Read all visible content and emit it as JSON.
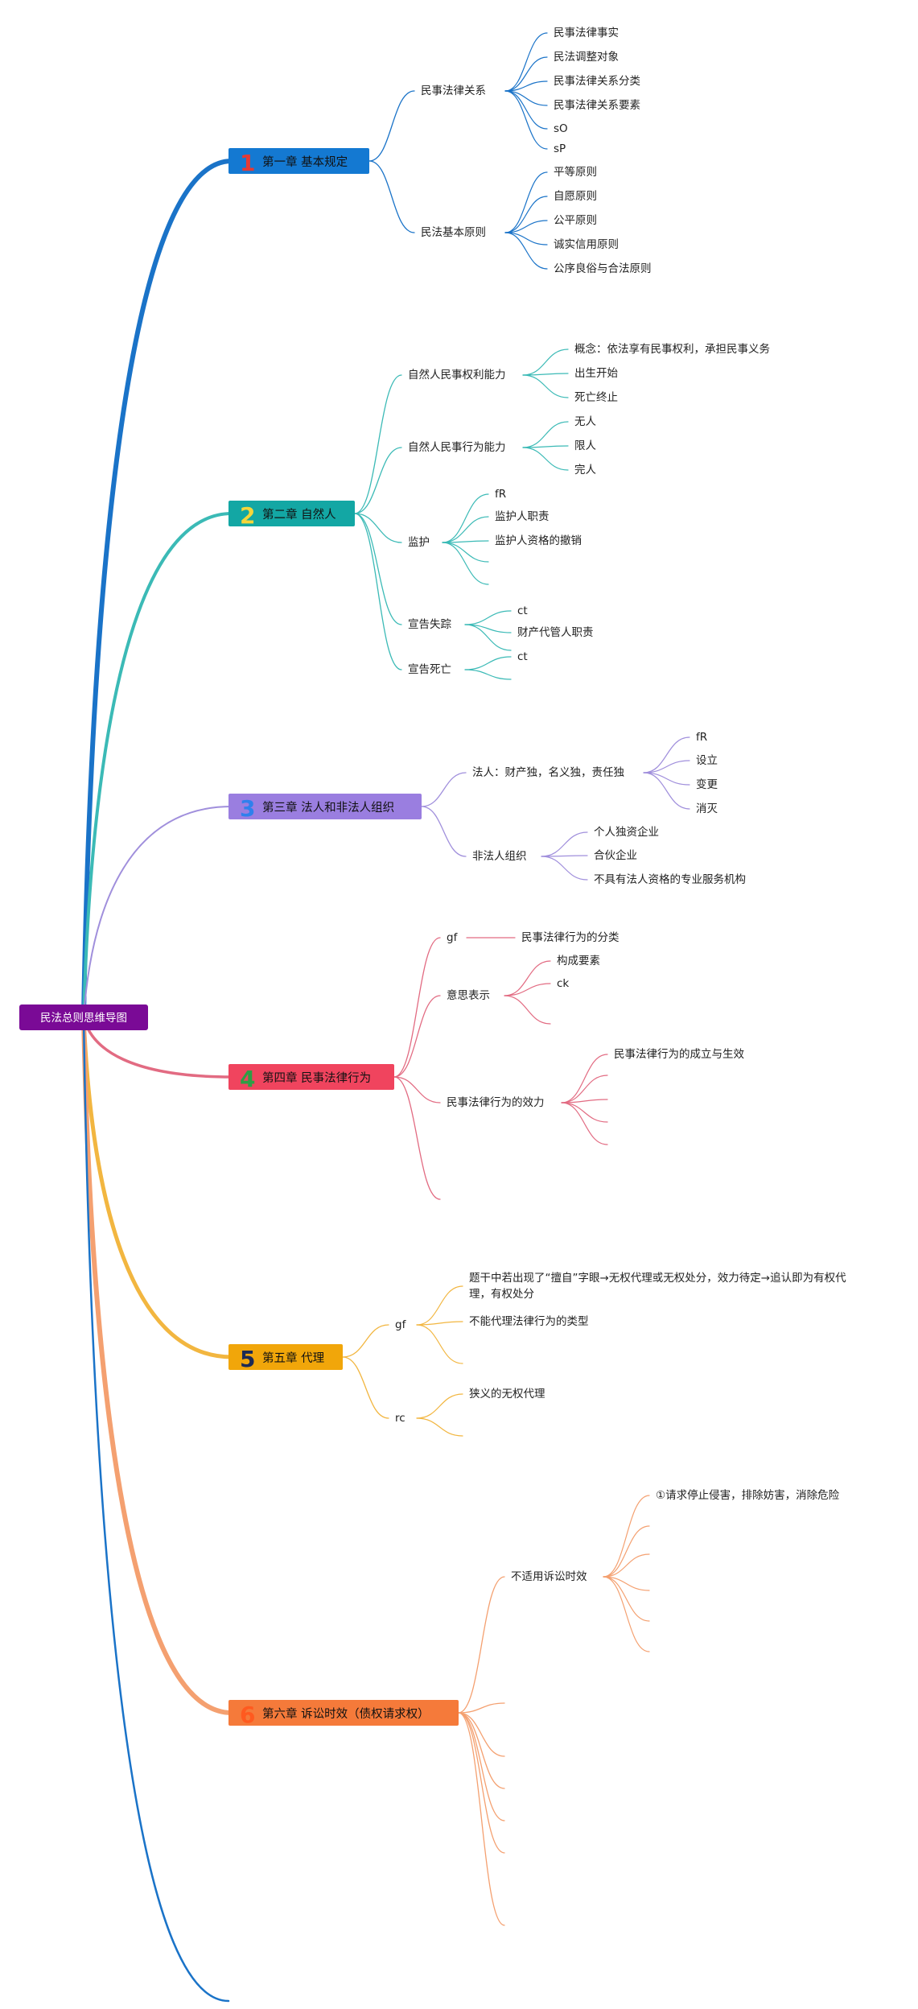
{
  "root": {
    "label": "民法总则思维导图",
    "color": "#7a0a96"
  },
  "chapters": [
    {
      "num": "1",
      "label": "第一章 基本规定",
      "color": "#1479d2",
      "numColor": "#e53935",
      "lineColor": "#1a73c8",
      "children": [
        {
          "label": "民事法律关系",
          "children": [
            "民事法律事实",
            "民法调整对象",
            "民事法律关系分类",
            "民事法律关系要素",
            "sO",
            "sP"
          ]
        },
        {
          "label": "民法基本原则",
          "children": [
            "平等原则",
            "自愿原则",
            "公平原则",
            "诚实信用原则",
            "公序良俗与合法原则"
          ]
        }
      ]
    },
    {
      "num": "2",
      "label": "第二章 自然人",
      "color": "#13a7a4",
      "numColor": "#f5d63a",
      "lineColor": "#3bbab6",
      "children": [
        {
          "label": "自然人民事权利能力",
          "children": [
            "概念：依法享有民事权利，承担民事义务",
            "出生开始",
            "死亡终止"
          ]
        },
        {
          "label": "自然人民事行为能力",
          "children": [
            "无人",
            "限人",
            "完人"
          ]
        },
        {
          "label": "监护",
          "children": [
            "fR",
            "监护人职责",
            "监护人资格的撤销",
            "",
            ""
          ]
        },
        {
          "label": "宣告失踪",
          "children": [
            "ct",
            "财产代管人职责",
            ""
          ]
        },
        {
          "label": "宣告死亡",
          "children": [
            "ct",
            ""
          ]
        }
      ]
    },
    {
      "num": "3",
      "label": "第三章 法人和非法人组织",
      "color": "#9a7ee0",
      "numColor": "#2f80ed",
      "lineColor": "#a08fdc",
      "children": [
        {
          "label": "法人：财产独，名义独，责任独",
          "children": [
            "fR",
            "设立",
            "变更",
            "消灭"
          ]
        },
        {
          "label": "非法人组织",
          "children": [
            "个人独资企业",
            "合伙企业",
            "不具有法人资格的专业服务机构"
          ]
        }
      ]
    },
    {
      "num": "4",
      "label": "第四章 民事法律行为",
      "color": "#f0445e",
      "numColor": "#2e9e45",
      "lineColor": "#e26b82",
      "children": [
        {
          "label": "gf",
          "children": [
            "民事法律行为的分类"
          ]
        },
        {
          "label": "意思表示",
          "children": [
            "构成要素",
            "ck",
            ""
          ]
        },
        {
          "label": "民事法律行为的效力",
          "children": [
            "民事法律行为的成立与生效",
            "",
            "",
            "",
            ""
          ]
        },
        {
          "label": "",
          "children": []
        }
      ]
    },
    {
      "num": "5",
      "label": "第五章 代理",
      "color": "#f1a60a",
      "numColor": "#1c2a55",
      "lineColor": "#f2b640",
      "children": [
        {
          "label": "gf",
          "children": [
            "题干中若出现了“擅自”字眼→无权代理或无权处分，效力待定→追认即为有权代理，有权处分",
            "不能代理法律行为的类型",
            ""
          ]
        },
        {
          "label": "rc",
          "children": [
            "狭义的无权代理",
            ""
          ]
        }
      ]
    },
    {
      "num": "6",
      "label": "第六章 诉讼时效（债权请求权）",
      "color": "#f57a3a",
      "numColor": "#ff5a1f",
      "lineColor": "#f4a070",
      "children": [
        {
          "label": "不适用诉讼时效",
          "children": [
            "①请求停止侵害，排除妨害，消除危险",
            "",
            "",
            "",
            "",
            ""
          ]
        },
        {
          "label": "",
          "children": []
        },
        {
          "label": "",
          "children": []
        },
        {
          "label": "",
          "children": []
        },
        {
          "label": "",
          "children": []
        },
        {
          "label": "",
          "children": []
        },
        {
          "label": "",
          "children": []
        }
      ]
    }
  ]
}
